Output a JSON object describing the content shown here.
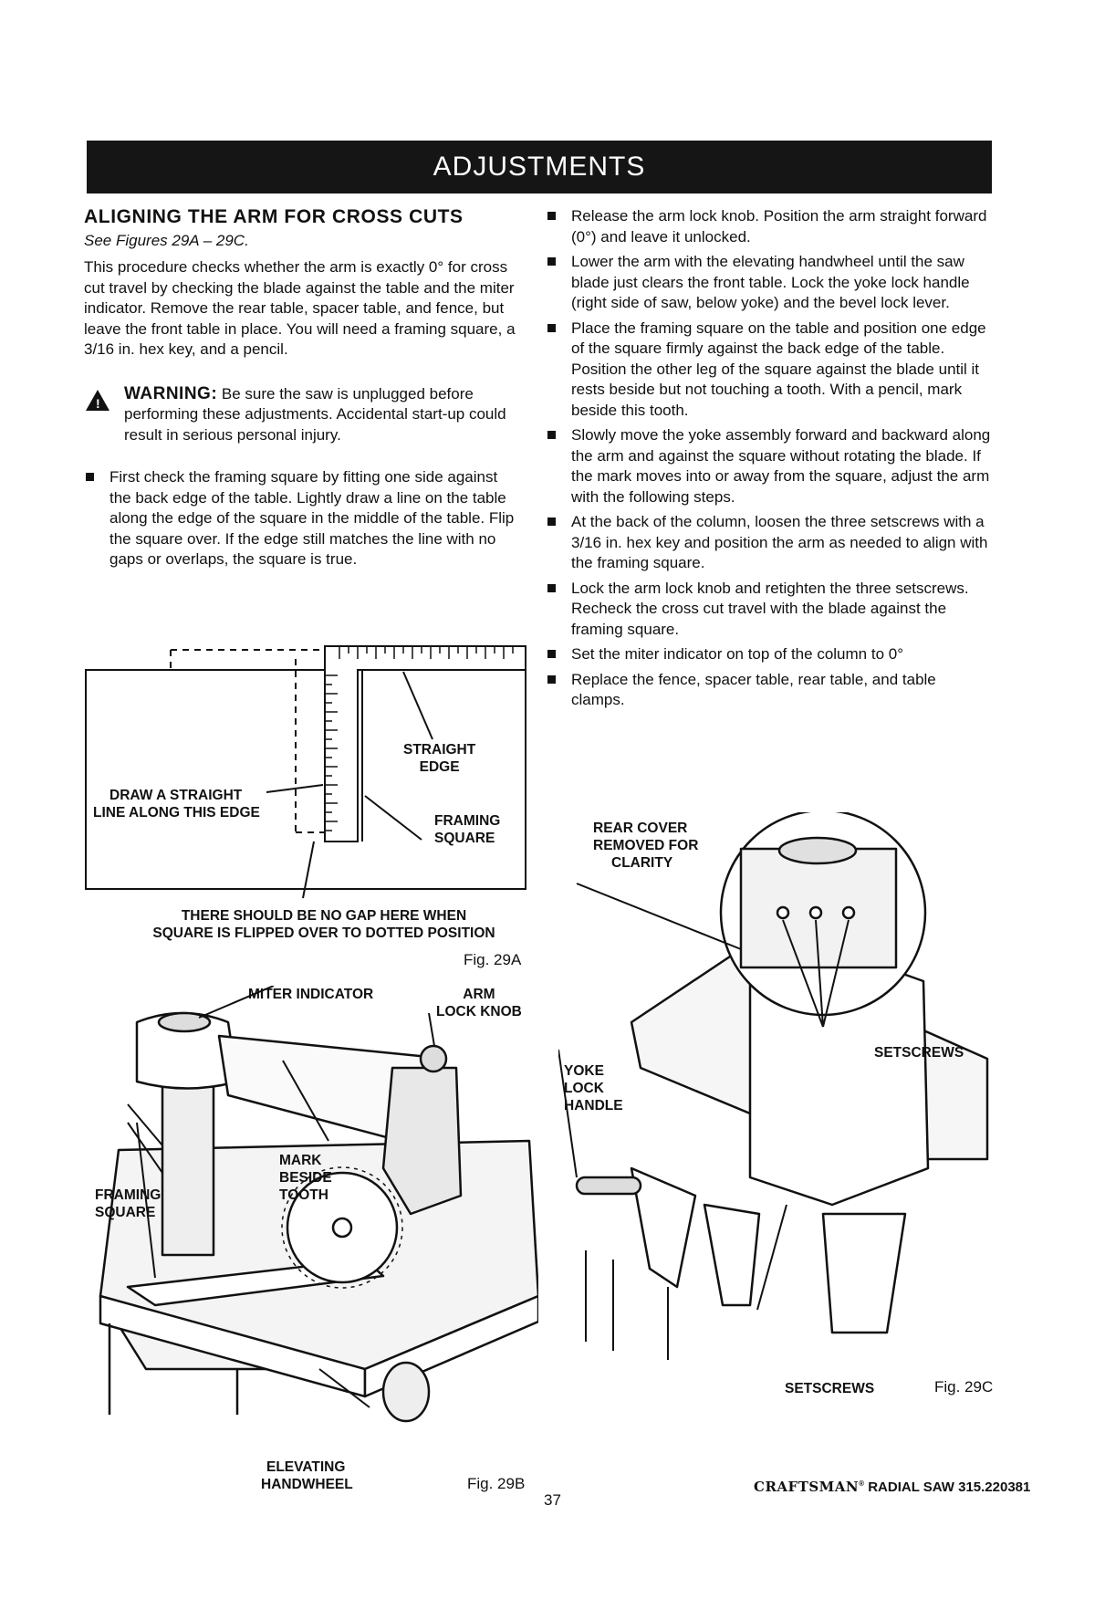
{
  "header": {
    "title": "ADJUSTMENTS"
  },
  "section": {
    "title": "ALIGNING THE ARM FOR CROSS CUTS",
    "see_figures": "See Figures 29A – 29C.",
    "intro": "This procedure checks whether the arm is exactly 0° for cross cut travel by checking the blade against the table and the miter indicator. Remove the rear table, spacer table, and fence, but leave the front table in place. You will need a framing square, a 3/16 in. hex key, and a pencil.",
    "warning_label": "WARNING:",
    "warning_text": "Be sure the saw is unplugged before performing these adjustments. Accidental start-up could result in serious personal injury."
  },
  "left_bullets": [
    "First check the framing square by fitting one side against the back edge of the table. Lightly draw a line on the table along the edge of the square in the middle of the table. Flip the square over. If the edge still matches the line with no gaps or overlaps, the square is true."
  ],
  "right_bullets": [
    "Release the arm lock knob. Position the arm straight forward (0°) and leave it unlocked.",
    "Lower the arm with the elevating handwheel until the saw blade just clears the front table. Lock the yoke lock handle (right side of saw, below yoke) and the bevel lock lever.",
    "Place the framing square on the table and position one edge of the square firmly against the back edge of the table. Position the other leg of the square against the blade until it rests beside but not touching a tooth. With a pencil, mark beside this tooth.",
    "Slowly move the yoke assembly forward and backward along the arm and against the square without rotating the blade. If the mark moves into or away from the square, adjust the arm with the following steps.",
    "At the back of the column, loosen the three setscrews with a 3/16 in. hex key and position the arm as needed to align with the framing square.",
    "Lock the arm lock knob and retighten the three setscrews. Recheck the cross cut travel with the blade against the framing square.",
    "Set the miter indicator on top of the column to 0°",
    "Replace the fence, spacer table, rear table, and table clamps."
  ],
  "fig29a": {
    "label_straight_edge": [
      "STRAIGHT",
      "EDGE"
    ],
    "label_draw_line": [
      "DRAW A STRAIGHT",
      "LINE ALONG THIS EDGE"
    ],
    "label_framing_square": [
      "FRAMING",
      "SQUARE"
    ],
    "caption_lines": [
      "THERE SHOULD BE NO GAP HERE WHEN",
      "SQUARE IS FLIPPED OVER TO DOTTED POSITION"
    ],
    "fig_label": "Fig. 29A"
  },
  "fig29b": {
    "label_miter_indicator": "MITER INDICATOR",
    "label_arm_lock_knob": [
      "ARM",
      "LOCK KNOB"
    ],
    "label_mark_beside_tooth": [
      "MARK",
      "BESIDE",
      "TOOTH"
    ],
    "label_framing_square": [
      "FRAMING",
      "SQUARE"
    ],
    "label_elevating_handwheel": [
      "ELEVATING",
      "HANDWHEEL"
    ],
    "fig_label": "Fig. 29B"
  },
  "fig29c": {
    "label_rear_cover": [
      "REAR COVER",
      "REMOVED FOR",
      "CLARITY"
    ],
    "label_setscrews_top": "SETSCREWS",
    "label_yoke_lock_handle": [
      "YOKE",
      "LOCK",
      "HANDLE"
    ],
    "label_setscrews_bottom": "SETSCREWS",
    "fig_label": "Fig. 29C"
  },
  "footer": {
    "page_number": "37",
    "brand": "CRAFTSMAN",
    "model": "RADIAL SAW 315.220381"
  }
}
